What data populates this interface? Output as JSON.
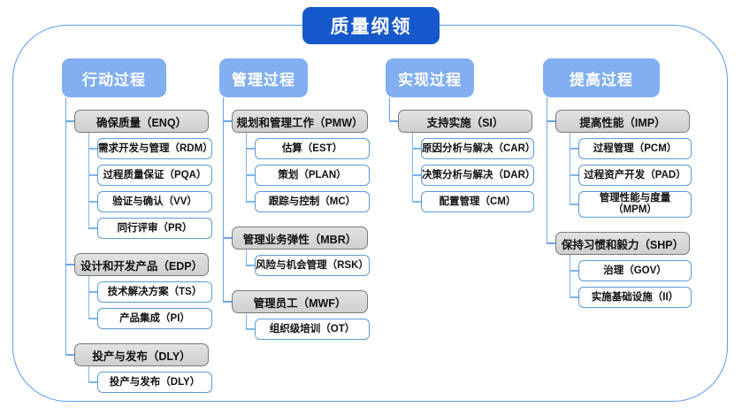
{
  "diagram": {
    "title": "质量纲领",
    "frame": {
      "shape": "rounded-rectangle",
      "border_color": "#5b9bf0"
    },
    "colors": {
      "title_bg": "#1458cb",
      "column_header_bg": "#82aef2",
      "group_box_bg": "#d8d8d8",
      "group_box_border": "#7a7a7a",
      "leaf_box_border": "#5b9bd8",
      "connector": "#6ba3e8",
      "page_bg": "#ffffff"
    },
    "columns": [
      {
        "id": "col-action",
        "header": "行动过程",
        "groups": [
          {
            "id": "grp-enq",
            "label": "确保质量（ENQ）",
            "children": [
              {
                "label": "需求开发与管理（RDM）"
              },
              {
                "label": "过程质量保证（PQA）"
              },
              {
                "label": "验证与确认（VV）"
              },
              {
                "label": "同行评审（PR）"
              }
            ]
          },
          {
            "id": "grp-edp",
            "label": "设计和开发产品（EDP）",
            "children": [
              {
                "label": "技术解决方案（TS）"
              },
              {
                "label": "产品集成（PI）"
              }
            ]
          },
          {
            "id": "grp-dly",
            "label": "投产与发布（DLY）",
            "children": [
              {
                "label": "投产与发布（DLY）"
              }
            ]
          }
        ]
      },
      {
        "id": "col-manage",
        "header": "管理过程",
        "groups": [
          {
            "id": "grp-pmw",
            "label": "规划和管理工作（PMW）",
            "children": [
              {
                "label": "估算（EST）"
              },
              {
                "label": "策划（PLAN）"
              },
              {
                "label": "跟踪与控制（MC）"
              }
            ]
          },
          {
            "id": "grp-mbr",
            "label": "管理业务弹性（MBR）",
            "children": [
              {
                "label": "风险与机会管理（RSK）"
              }
            ]
          },
          {
            "id": "grp-mwf",
            "label": "管理员工（MWF）",
            "children": [
              {
                "label": "组织级培训（OT）"
              }
            ]
          }
        ]
      },
      {
        "id": "col-realize",
        "header": "实现过程",
        "groups": [
          {
            "id": "grp-si",
            "label": "支持实施（SI）",
            "children": [
              {
                "label": "原因分析与解决（CAR）"
              },
              {
                "label": "决策分析与解决（DAR）"
              },
              {
                "label": "配置管理（CM）"
              }
            ]
          }
        ]
      },
      {
        "id": "col-improve",
        "header": "提高过程",
        "groups": [
          {
            "id": "grp-imp",
            "label": "提高性能（IMP）",
            "children": [
              {
                "label": "过程管理（PCM）"
              },
              {
                "label": "过程资产开发（PAD）"
              },
              {
                "label": "管理性能与度量\n（MPM）",
                "two_line": true
              }
            ]
          },
          {
            "id": "grp-shp",
            "label": "保持习惯和毅力（SHP）",
            "children": [
              {
                "label": "治理（GOV）"
              },
              {
                "label": "实施基础设施（II）"
              }
            ]
          }
        ]
      }
    ]
  }
}
